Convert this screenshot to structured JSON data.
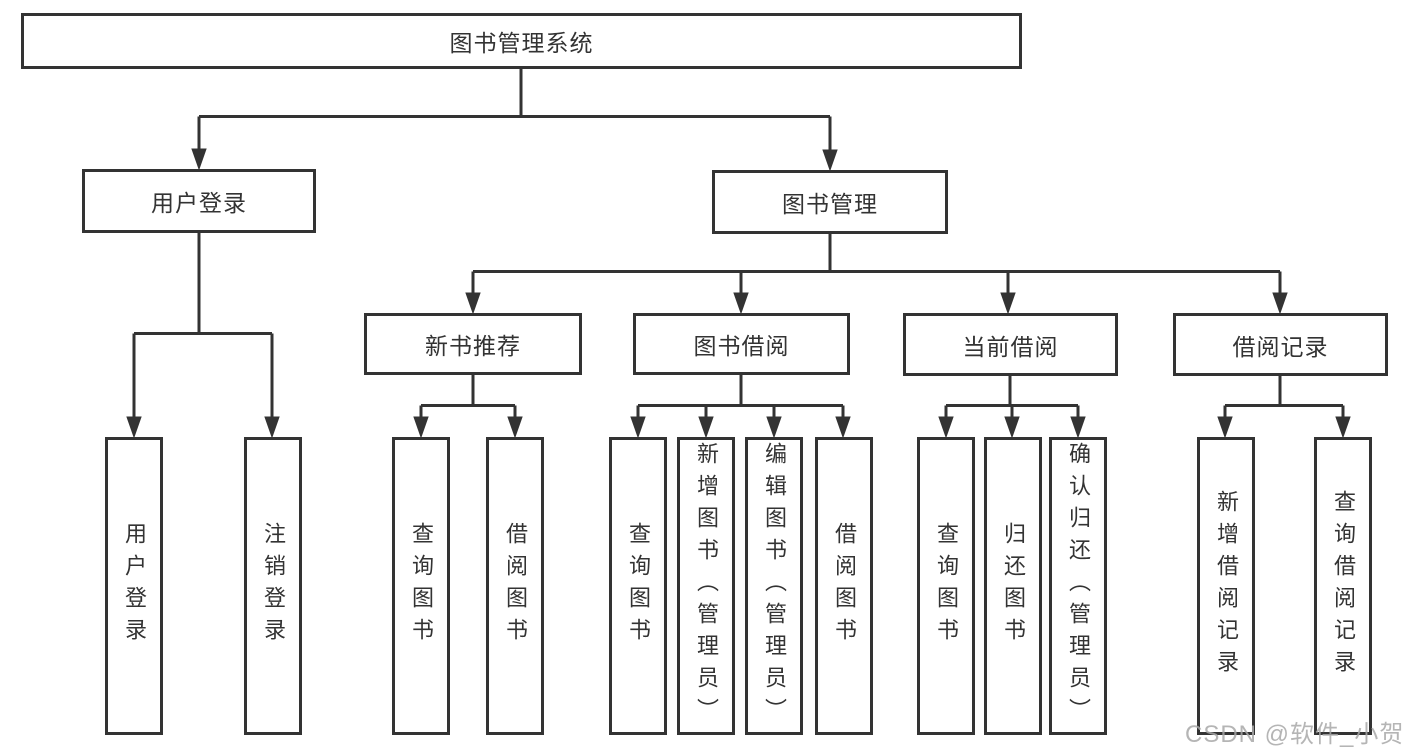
{
  "diagram": {
    "nodes": {
      "root": "图书管理系统",
      "user_login": "用户登录",
      "book_mgmt": "图书管理",
      "new_book_rec": "新书推荐",
      "book_borrow": "图书借阅",
      "current_borrow": "当前借阅",
      "borrow_records": "借阅记录",
      "leaf_user_login": "用户登录",
      "leaf_logout": "注销登录",
      "leaf_query_book_newrec": "查询图书",
      "leaf_borrow_book_newrec": "借阅图书",
      "leaf_query_book_borrow": "查询图书",
      "leaf_add_book_admin": "新增图书（管理员）",
      "leaf_edit_book_admin": "编辑图书（管理员）",
      "leaf_borrow_book_borrow": "借阅图书",
      "leaf_query_book_current": "查询图书",
      "leaf_return_book": "归还图书",
      "leaf_confirm_return_admin": "确认归还（管理员）",
      "leaf_add_borrow_record": "新增借阅记录",
      "leaf_query_borrow_record": "查询借阅记录"
    },
    "colors": {
      "line": "#333333",
      "box_background": "#ffffff",
      "text": "#333333",
      "watermark": "#a8a8a8"
    }
  },
  "watermark": {
    "text": "CSDN @软件_小贺同学"
  }
}
